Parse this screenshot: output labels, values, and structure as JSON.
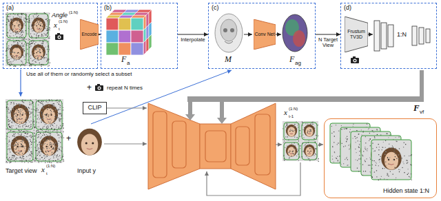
{
  "diagram": {
    "nodes": [
      {
        "text": [
          "(a)"
        ]
      },
      {
        "text": [
          "Encode"
        ],
        "in": 0
      },
      {
        "text": [
          "(b)"
        ]
      },
      {
        "text": [
          "(c)"
        ]
      },
      {
        "text": [
          "Conv Net"
        ],
        "in": 3
      },
      {
        "text": [
          "(d)"
        ]
      },
      {
        "text": [
          "Frustum TV3D"
        ],
        "in": 5
      },
      {
        "text": [
          "CLIP"
        ]
      },
      {
        "text": [
          "Hidden state 1:N"
        ]
      }
    ],
    "edges": [
      {
        "from": 1,
        "to": 2,
        "arrow": "to"
      },
      {
        "from": 2,
        "to": 3,
        "label": "Interpolate",
        "arrow": "to"
      },
      {
        "from": 3,
        "to": 5,
        "label": "N Target View",
        "arrow": "to"
      }
    ],
    "labels": [
      "Angle",
      "(1:N)",
      "x",
      "(1:N)",
      "t",
      "F",
      "a",
      "M",
      "F",
      "ag",
      "1:N",
      "F",
      "vf",
      "Use all of them or randomly select a subset",
      "+",
      "repeat N times",
      "Target view",
      "x",
      "(1:N)",
      "t",
      "+",
      "Input y",
      "x",
      "(1:N)",
      "t-1"
    ]
  }
}
